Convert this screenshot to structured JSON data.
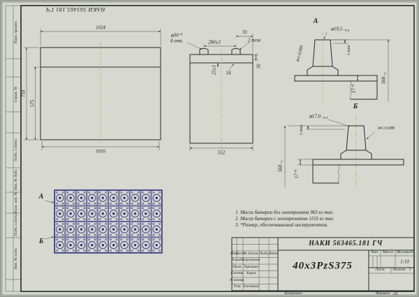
{
  "colors": {
    "paper": "#d7d9d0",
    "line": "#26262a",
    "centerline": "#ac9e2e",
    "plan_grid": "#32327f"
  },
  "stamp": {
    "doc_number_top": "НАКИ 563465.181 ГЧ"
  },
  "margin": {
    "perv_primen": "Перв. примен.",
    "sprav_no": "Справ. №",
    "podp_data_1": "Подп. и дата",
    "inv_dubl": "Инв. № дубл.",
    "vzam_inv": "Взам. инв. №",
    "podp_data_2": "Подп. и дата",
    "inv_podl": "Инв. № подл."
  },
  "front_view": {
    "dim_top": "1024",
    "dim_left_outer": "710",
    "dim_left_inner": "575",
    "dim_bottom": "1016"
  },
  "side_view": {
    "hole_dia": "⌀30⁺¹",
    "hole_count": "4 отв.",
    "dim_280": "280±3",
    "dim_70": "70",
    "grooves": "2 паза",
    "dim_25": "25±1",
    "dim_14": "14",
    "dim_30": "30",
    "dim_552": "552"
  },
  "detail_a": {
    "label": "А",
    "dia": "⌀19,5₋₀,₄",
    "one_max": "1 max",
    "dim_17": "17⁺¹",
    "dim_568": "568₋₃",
    "taper": "⊳1:0,089"
  },
  "detail_b": {
    "label": "Б",
    "dia": "⌀17,9₋₀,₄",
    "one_max": "1 max",
    "dim_17": "17⁺¹",
    "dim_568": "568₋₂",
    "taper": "⊳1:0,089"
  },
  "plan_view": {
    "label_a": "А",
    "label_b": "Б"
  },
  "notes": {
    "line1": "1. Масса батареи без электролита 903 кг max.",
    "line2": "2. Масса батареи с электролитом 1155 кг max.",
    "line3": "3. *Размер, обеспечиваемый инструментом."
  },
  "title_block": {
    "doc_number": "НАКИ 563465.181 ГЧ",
    "part_name": "40x3PzS375",
    "col_izm": "Изм.",
    "col_list": "Лист",
    "col_doc": "№ докум.",
    "col_podp": "Подп.",
    "col_data": "Дата",
    "rows": [
      {
        "role": "Разраб.",
        "name": "Харламова"
      },
      {
        "role": "Пров.",
        "name": "Тарелкин"
      },
      {
        "role": "Т.контр.",
        "name": "Хорун"
      },
      {
        "role": "Н.контр.",
        "name": ""
      },
      {
        "role": "Утв.",
        "name": "Ежакова"
      }
    ],
    "lit_label": "Лит.",
    "mass_label": "Масса",
    "scale_label": "Масштаб",
    "scale_value": "1:10",
    "sheet_label": "Лист",
    "sheets_label": "Листов",
    "sheets_value": "1"
  },
  "footer": {
    "copied": "Копировал",
    "format_label": "Формат",
    "format_value": "A3"
  }
}
